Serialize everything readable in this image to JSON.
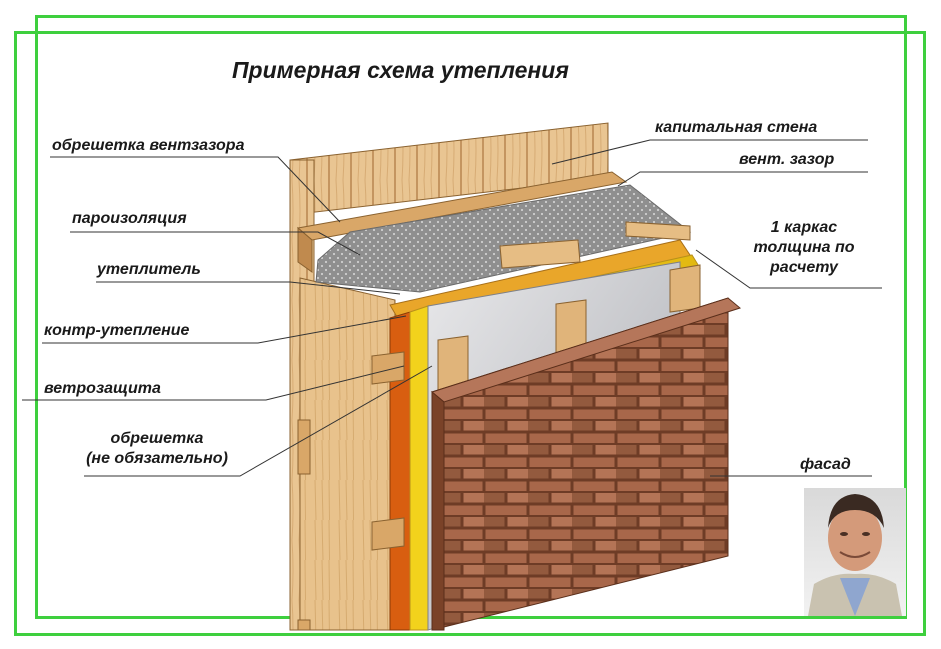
{
  "title": "Примерная схема утепления",
  "labels": {
    "battens_vent_gap": "обрешетка вентзазора",
    "vapor_barrier": "пароизоляция",
    "insulation": "утеплитель",
    "counter_insulation": "контр-утепление",
    "wind_barrier": "ветрозащита",
    "battens_line1": "обрешетка",
    "battens_line2": "(не обязательно)",
    "load_bearing_wall": "капитальная стена",
    "vent_gap": "вент. зазор",
    "frame_line1": "1 каркас",
    "frame_line2": "толщина по",
    "frame_line3": "расчету",
    "facade": "фасад"
  },
  "colors": {
    "frame_border": "#3ecf3e",
    "wood": "#e6bd84",
    "insulation": "#f2d21c",
    "counter_insulation": "#d85e10",
    "brick": "#9a5a3c",
    "vapor_barrier": "#9a9a9a"
  }
}
